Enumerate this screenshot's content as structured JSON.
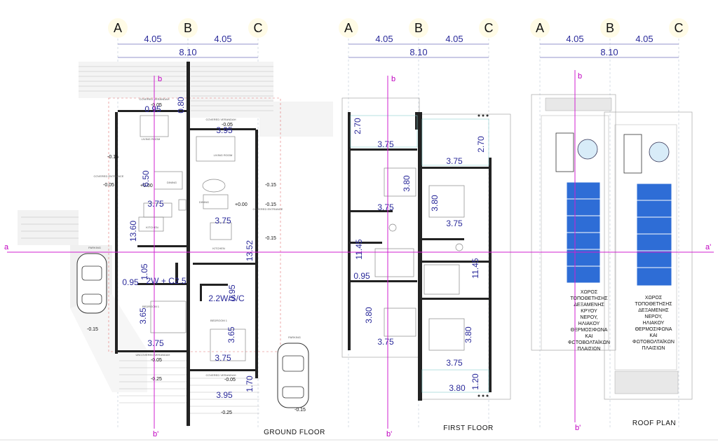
{
  "grid_axes": {
    "letters": [
      "A",
      "B",
      "C"
    ],
    "dim_part": "4.05",
    "dim_total": "8.10",
    "section_top": "b",
    "section_bottom": "b'",
    "section_left": "a",
    "section_right": "a'"
  },
  "plans": {
    "ground": {
      "title": "GROUND FLOOR",
      "rooms": [
        "COVERED VERANDAH",
        "COVERED VERANDAH",
        "LIVING ROOM",
        "LIVING ROOM",
        "DINING",
        "DINING",
        "COVERED ENTRANCE",
        "COVERED ENTRANCE",
        "KITCHEN",
        "KITCHEN",
        "BEDROOM 1",
        "BEDROOM 1",
        "UNCOVERED VERANDAH",
        "COVERED VERANDAH",
        "PARKING",
        "PARKING"
      ],
      "levels": [
        "-0.05",
        "-0.05",
        "-0.15",
        "+0.00",
        "+0.00",
        "-0.15",
        "-0.05",
        "-0.15",
        "-0.05",
        "-0.25",
        "-0.05",
        "-0.15",
        "-0.25",
        "-0.15"
      ],
      "dims": [
        "0.95",
        "0.80",
        "3.95",
        "6.50",
        "3.75",
        "3.75",
        "13.60",
        "13.52",
        "1.05",
        "0.95",
        "2W + C2.5",
        "2.2W/S/C",
        "0.95",
        "3.65",
        "3.65",
        "3.75",
        "3.75",
        "1.70",
        "3.95"
      ]
    },
    "first": {
      "title": "FIRST FLOOR",
      "dims": [
        "2.70",
        "2.70",
        "3.75",
        "3.75",
        "3.80",
        "3.80",
        "3.75",
        "3.75",
        "11.45",
        "11.45",
        "0.95",
        "3.80",
        "3.80",
        "3.75",
        "3.75",
        "1.20",
        "3.80"
      ]
    },
    "roof": {
      "title": "ROOF PLAN",
      "note_lines": [
        "ΧΩΡΟΣ",
        "ΤΟΠΟΘΕΤΗΣΗΣ",
        "ΔΕΞΑΜΕΝΗΣ",
        "ΚΡΥΟΥ",
        "ΝΕΡΟΥ,",
        "ΗΛΙΑΚΟΥ",
        "ΘΕΡΜΟΣΙΦΩΝΑ",
        "ΚΑΙ",
        "ΦΩΤΟΒΟΛΤΑΪΚΩΝ",
        "ΠΛΑΙΣΙΩΝ"
      ]
    }
  },
  "colors": {
    "dimension": "#2a2a9a",
    "section_line": "#d020d0",
    "solar_panel": "#2e6dd6",
    "wall": "#222222"
  }
}
